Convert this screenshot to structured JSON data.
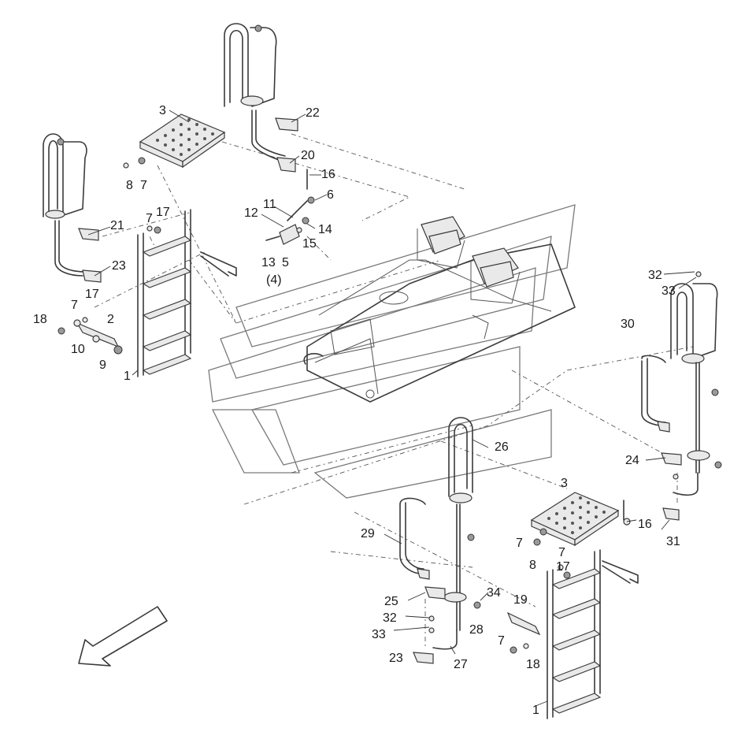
{
  "callouts": [
    {
      "id": "c3a",
      "text": "3"
    },
    {
      "id": "c22",
      "text": "22"
    },
    {
      "id": "c20",
      "text": "20"
    },
    {
      "id": "c16a",
      "text": "16"
    },
    {
      "id": "c6",
      "text": "6"
    },
    {
      "id": "c8a",
      "text": "8"
    },
    {
      "id": "c7a",
      "text": "7"
    },
    {
      "id": "c7b",
      "text": "7"
    },
    {
      "id": "c17a",
      "text": "17"
    },
    {
      "id": "c11",
      "text": "11"
    },
    {
      "id": "c12",
      "text": "12"
    },
    {
      "id": "c14",
      "text": "14"
    },
    {
      "id": "c15",
      "text": "15"
    },
    {
      "id": "c13",
      "text": "13"
    },
    {
      "id": "c5",
      "text": "5"
    },
    {
      "id": "c4",
      "text": "(4)"
    },
    {
      "id": "c21",
      "text": "21"
    },
    {
      "id": "c23a",
      "text": "23"
    },
    {
      "id": "c7c",
      "text": "7"
    },
    {
      "id": "c17b",
      "text": "17"
    },
    {
      "id": "c18a",
      "text": "18"
    },
    {
      "id": "c2",
      "text": "2"
    },
    {
      "id": "c10",
      "text": "10"
    },
    {
      "id": "c9",
      "text": "9"
    },
    {
      "id": "c1a",
      "text": "1"
    },
    {
      "id": "c32a",
      "text": "32"
    },
    {
      "id": "c33a",
      "text": "33"
    },
    {
      "id": "c30",
      "text": "30"
    },
    {
      "id": "c26",
      "text": "26"
    },
    {
      "id": "c24",
      "text": "24"
    },
    {
      "id": "c3b",
      "text": "3"
    },
    {
      "id": "c16b",
      "text": "16"
    },
    {
      "id": "c31",
      "text": "31"
    },
    {
      "id": "c29",
      "text": "29"
    },
    {
      "id": "c7d",
      "text": "7"
    },
    {
      "id": "c8b",
      "text": "8"
    },
    {
      "id": "c7e",
      "text": "7"
    },
    {
      "id": "c17c",
      "text": "17"
    },
    {
      "id": "c25",
      "text": "25"
    },
    {
      "id": "c34",
      "text": "34"
    },
    {
      "id": "c32b",
      "text": "32"
    },
    {
      "id": "c28",
      "text": "28"
    },
    {
      "id": "c33b",
      "text": "33"
    },
    {
      "id": "c19",
      "text": "19"
    },
    {
      "id": "c7f",
      "text": "7"
    },
    {
      "id": "c18b",
      "text": "18"
    },
    {
      "id": "c23b",
      "text": "23"
    },
    {
      "id": "c27",
      "text": "27"
    },
    {
      "id": "c1b",
      "text": "1"
    }
  ]
}
